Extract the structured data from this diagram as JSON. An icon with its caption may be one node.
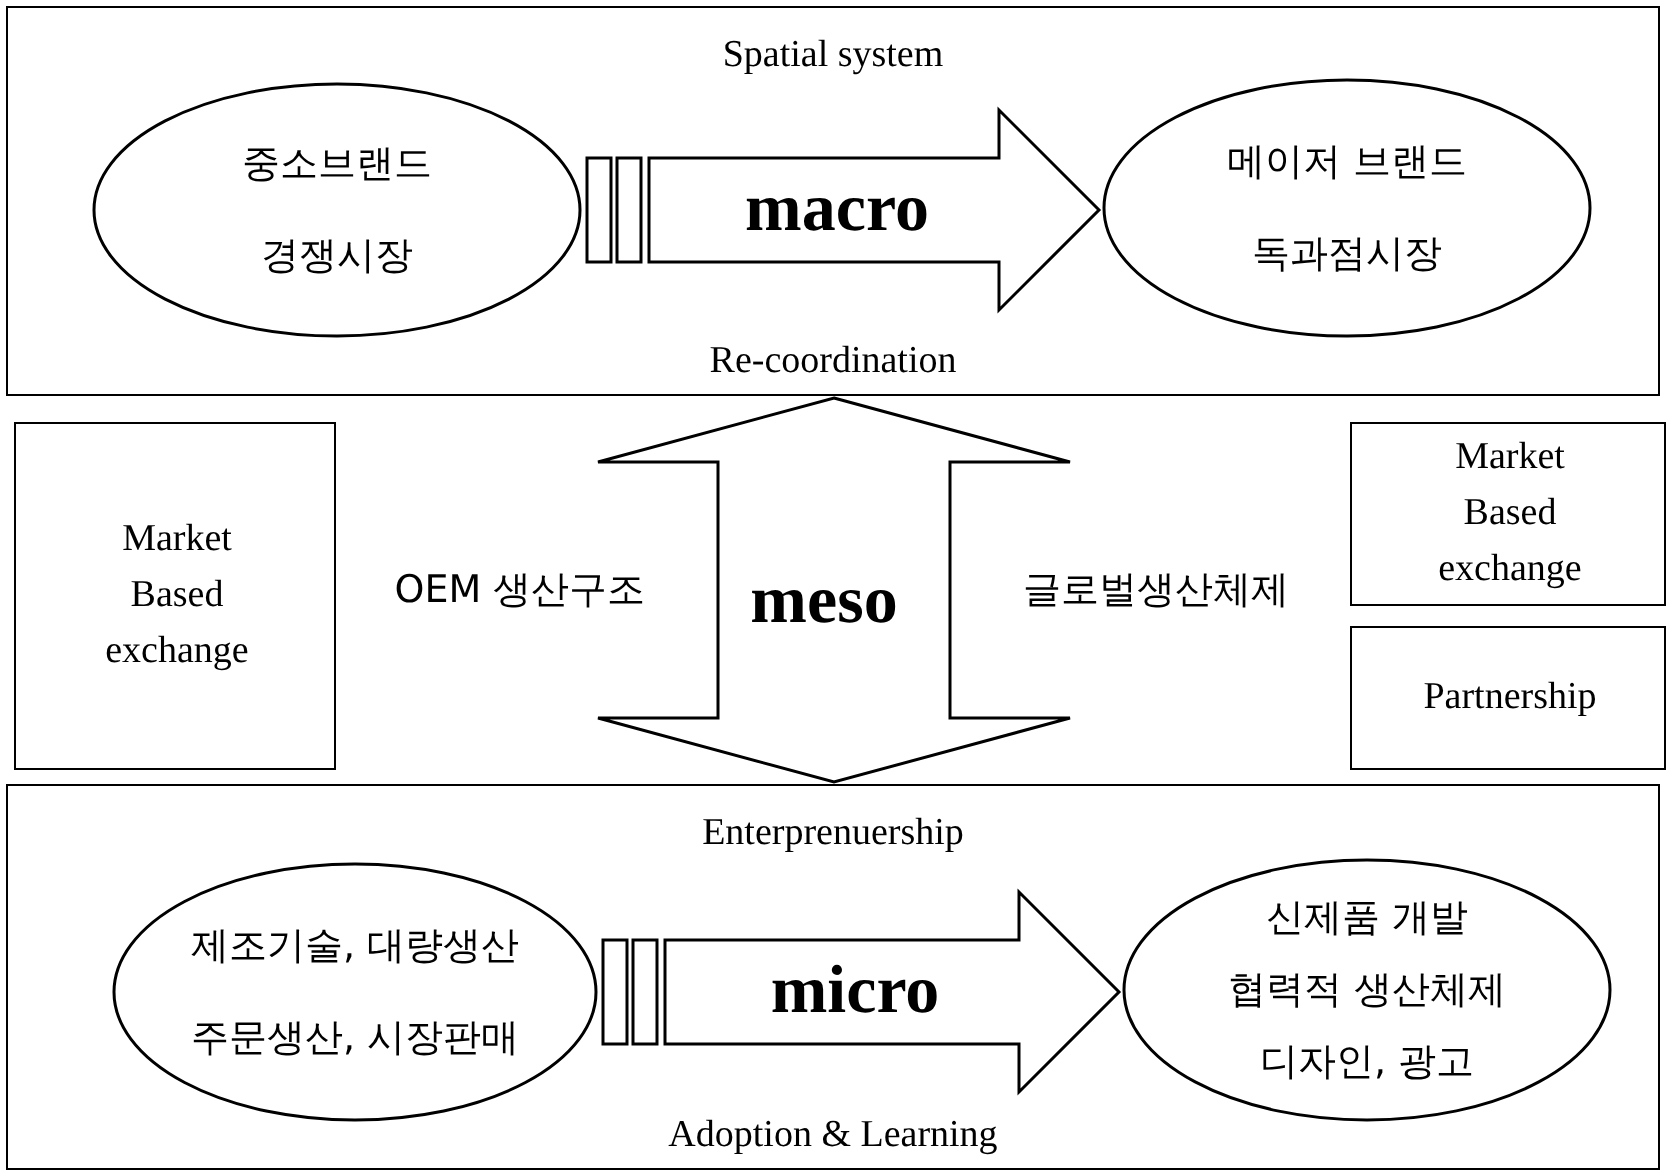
{
  "diagram": {
    "nodes": [
      {
        "text": [
          "Spatial system",
          "Re-coordination"
        ]
      },
      {
        "text": [
          "중소브랜드",
          "경쟁시장"
        ],
        "in": 0
      },
      {
        "text": [
          "메이저 브랜드",
          "독과점시장"
        ],
        "in": 0
      },
      {
        "text": [
          "Market Based exchange"
        ]
      },
      {
        "text": [
          "Market Based exchange"
        ]
      },
      {
        "text": [
          "Partnership"
        ]
      },
      {
        "text": [
          "Enterprenuership",
          "Adoption & Learning"
        ]
      },
      {
        "text": [
          "제조기술, 대량생산",
          "주문생산, 시장판매"
        ],
        "in": 6
      },
      {
        "text": [
          "신제품 개발",
          "협력적 생산체제",
          "디자인, 광고"
        ],
        "in": 6
      }
    ],
    "edges": [
      {
        "from": 1,
        "to": 2,
        "arrow": "to",
        "label": "macro"
      },
      {
        "from": 0,
        "to": 6,
        "arrow": "both",
        "label": "meso"
      },
      {
        "from": 7,
        "to": 8,
        "arrow": "to",
        "label": "micro"
      }
    ],
    "labels": [
      "OEM 생산구조",
      "글로벌생산체제"
    ]
  }
}
